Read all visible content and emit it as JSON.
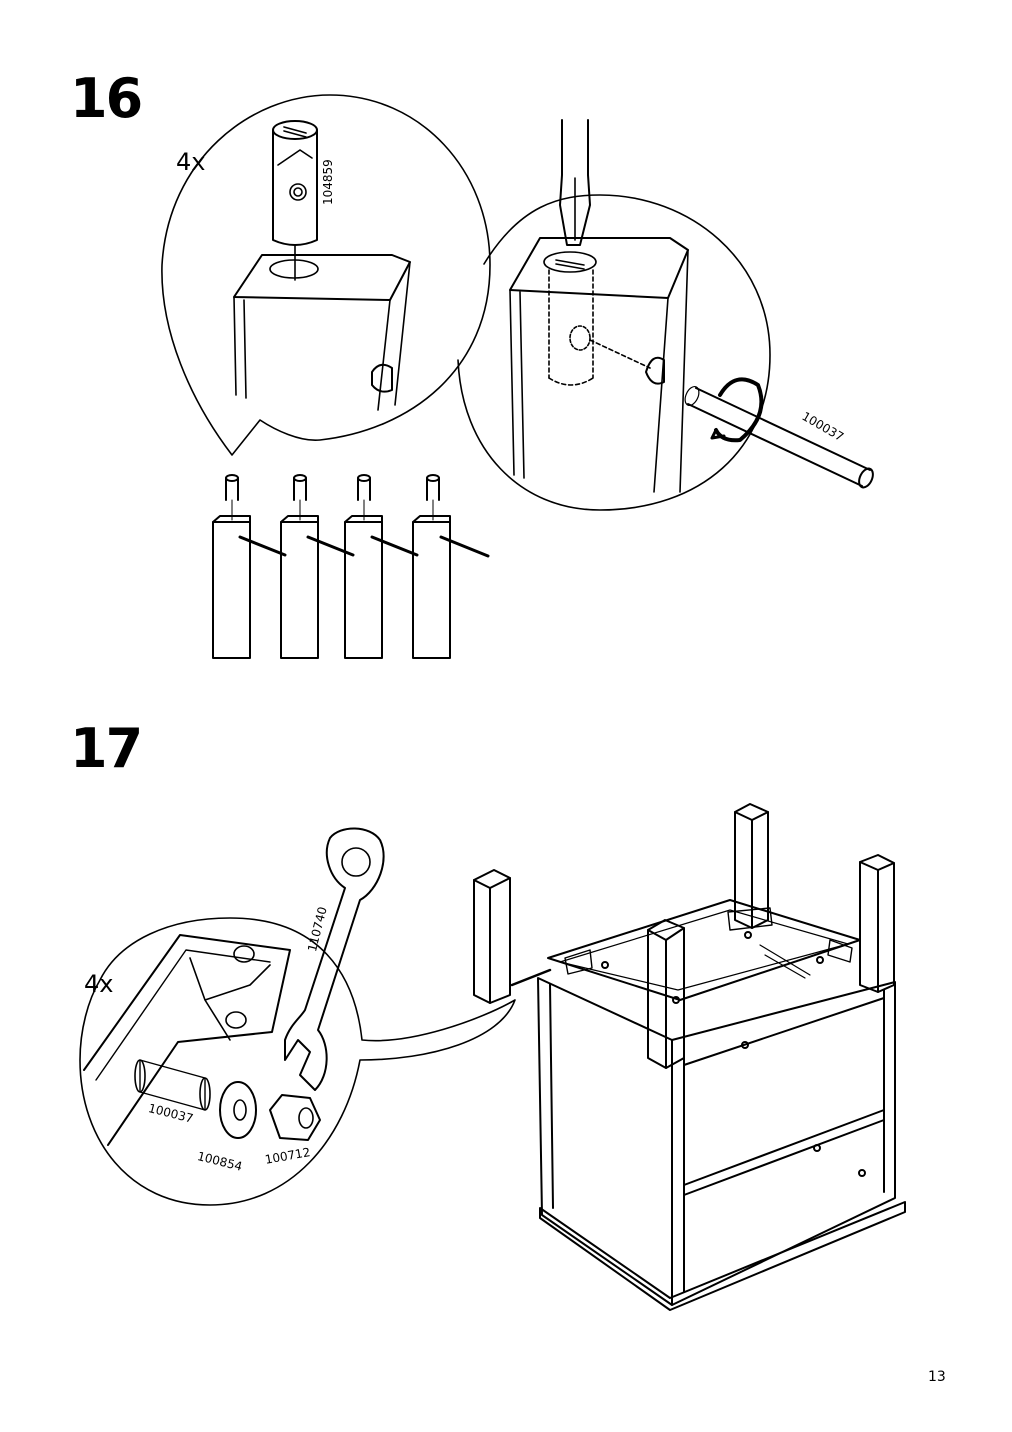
{
  "steps": [
    {
      "number": "16",
      "quantity": "4x",
      "part_numbers": [
        "104859",
        "100037"
      ]
    },
    {
      "number": "17",
      "quantity": "4x",
      "part_numbers": [
        "110740",
        "100037",
        "100854",
        "100712"
      ]
    }
  ],
  "page_number": "13"
}
